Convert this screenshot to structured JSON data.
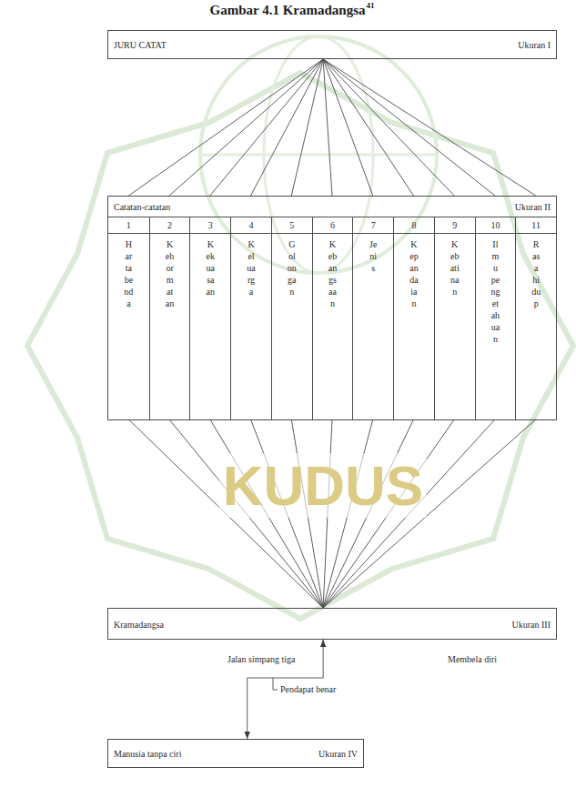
{
  "diagram": {
    "title": "Gambar 4.1 Kramadangsa",
    "nodes": [
      {
        "text": [
          "JURU CATAT",
          "Ukuran I"
        ]
      },
      {
        "text": [
          "Catatan-catatan",
          "Ukuran II"
        ]
      },
      {
        "text": [
          "1",
          "Harta benda"
        ],
        "in": 1
      },
      {
        "text": [
          "2",
          "Kehormatan"
        ],
        "in": 1
      },
      {
        "text": [
          "3",
          "Kekuasaan"
        ],
        "in": 1
      },
      {
        "text": [
          "4",
          "Keluarga"
        ],
        "in": 1
      },
      {
        "text": [
          "5",
          "Golongan"
        ],
        "in": 1
      },
      {
        "text": [
          "6",
          "Kebangsaan"
        ],
        "in": 1
      },
      {
        "text": [
          "7",
          "Jenis"
        ],
        "in": 1
      },
      {
        "text": [
          "8",
          "Kepandaian"
        ],
        "in": 1
      },
      {
        "text": [
          "9",
          "Kebatinan"
        ],
        "in": 1
      },
      {
        "text": [
          "10",
          "Ilmu pengetahuan"
        ],
        "in": 1
      },
      {
        "text": [
          "11",
          "Rasa hidup"
        ],
        "in": 1
      },
      {
        "text": [
          "Kramadangsa",
          "Ukuran III"
        ]
      },
      {
        "text": [
          "Manusia tanpa ciri",
          "Ukuran IV"
        ]
      }
    ],
    "edges": [
      {
        "from": 0,
        "to": 2,
        "arrow": "none"
      },
      {
        "from": 0,
        "to": 3,
        "arrow": "none"
      },
      {
        "from": 0,
        "to": 4,
        "arrow": "none"
      },
      {
        "from": 0,
        "to": 5,
        "arrow": "none"
      },
      {
        "from": 0,
        "to": 6,
        "arrow": "none"
      },
      {
        "from": 0,
        "to": 7,
        "arrow": "none"
      },
      {
        "from": 0,
        "to": 8,
        "arrow": "none"
      },
      {
        "from": 0,
        "to": 9,
        "arrow": "none"
      },
      {
        "from": 0,
        "to": 10,
        "arrow": "none"
      },
      {
        "from": 0,
        "to": 11,
        "arrow": "none"
      },
      {
        "from": 0,
        "to": 12,
        "arrow": "none"
      },
      {
        "from": 2,
        "to": 13,
        "arrow": "none"
      },
      {
        "from": 3,
        "to": 13,
        "arrow": "none"
      },
      {
        "from": 4,
        "to": 13,
        "arrow": "none"
      },
      {
        "from": 5,
        "to": 13,
        "arrow": "none"
      },
      {
        "from": 6,
        "to": 13,
        "arrow": "none"
      },
      {
        "from": 7,
        "to": 13,
        "arrow": "none"
      },
      {
        "from": 8,
        "to": 13,
        "arrow": "none"
      },
      {
        "from": 9,
        "to": 13,
        "arrow": "none"
      },
      {
        "from": 10,
        "to": 13,
        "arrow": "none"
      },
      {
        "from": 11,
        "to": 13,
        "arrow": "none"
      },
      {
        "from": 12,
        "to": 13,
        "arrow": "none"
      },
      {
        "from": 13,
        "to": 14,
        "arrow": "both"
      }
    ],
    "labels": [
      "41",
      "KUDUS",
      "Jalan simpang tiga",
      "Pendapat benar",
      "Membela diri"
    ]
  }
}
